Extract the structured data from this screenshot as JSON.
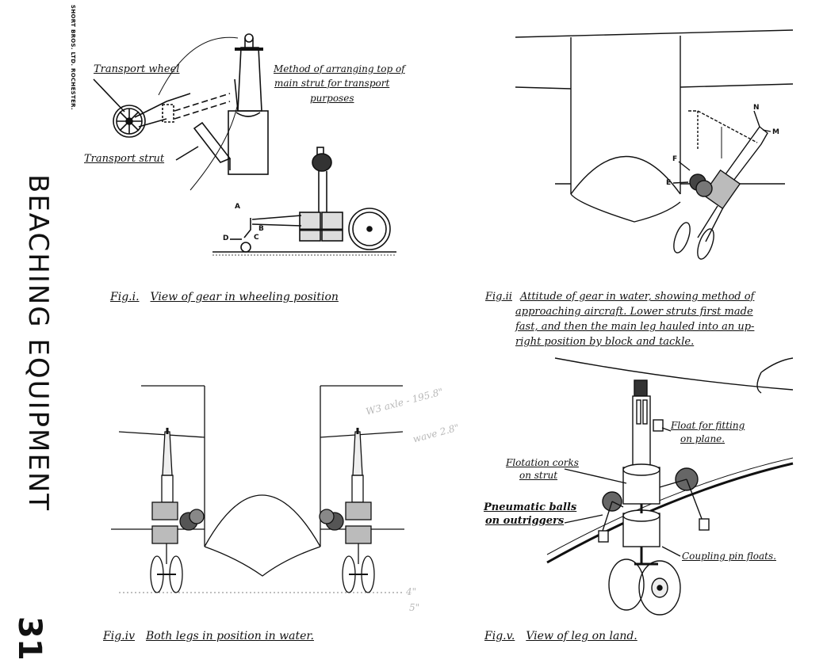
{
  "sidebar": {
    "maker": "SHORT BROS. LTD. ROCHESTER.",
    "title": "BEACHING EQUIPMENT",
    "page_number": "31"
  },
  "fig1": {
    "label_transport_wheel": "Transport wheel",
    "label_transport_strut": "Transport strut",
    "note_line1": "Method of arranging top of",
    "note_line2": "main strut for transport",
    "note_line3": "purposes",
    "letters": [
      "A",
      "B",
      "C",
      "D"
    ],
    "caption_number": "Fig.i.",
    "caption_text": "View of gear in wheeling position"
  },
  "fig2": {
    "letters": [
      "N",
      "M",
      "F",
      "E"
    ],
    "caption_number": "Fig.ii",
    "caption_line1": "Attitude of gear in water, showing method of",
    "caption_line2": "approaching aircraft. Lower struts first made",
    "caption_line3": "fast, and then the main leg hauled into an up-",
    "caption_line4": "right position by block and tackle."
  },
  "fig4": {
    "caption_number": "Fig.iv",
    "caption_text": "Both legs in position in water."
  },
  "fig5": {
    "label_float": "Float for fitting",
    "label_float2": "on plane.",
    "label_corks": "Flotation corks",
    "label_corks2": "on strut",
    "label_balls": "Pneumatic balls",
    "label_balls2": "on outriggers",
    "label_coupling": "Coupling pin floats.",
    "caption_number": "Fig.v.",
    "caption_text": "View of leg on land."
  },
  "pencil_notes": [
    "W3 axle - 195.8\"",
    "wave 2.8\"",
    "4\"",
    "5\""
  ]
}
